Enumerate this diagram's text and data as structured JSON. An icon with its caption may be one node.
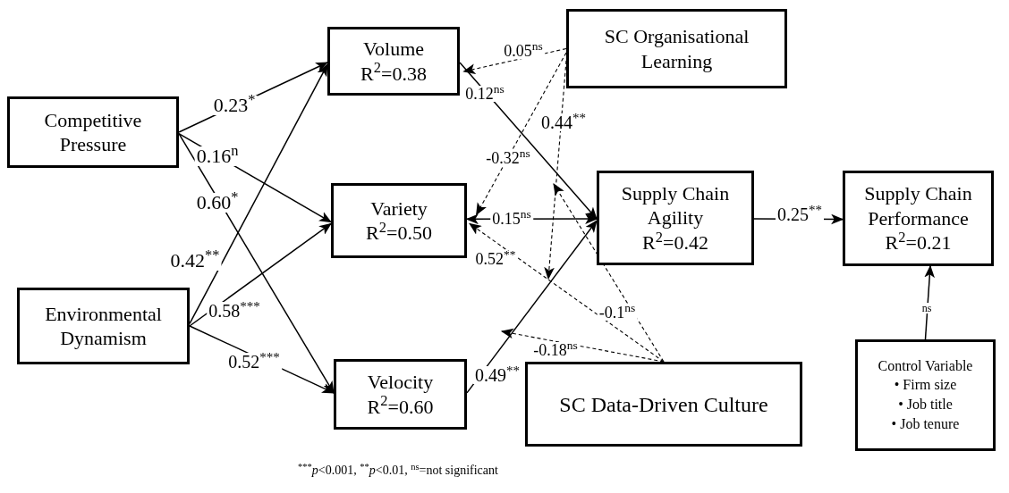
{
  "diagram": {
    "nodes": [
      {
        "text": [
          "Competitive Pressure"
        ]
      },
      {
        "text": [
          "Environmental Dynamism"
        ]
      },
      {
        "text": [
          "Volume R$^{2}$=0.38"
        ]
      },
      {
        "text": [
          "Variety R$^{2}$=0.50"
        ]
      },
      {
        "text": [
          "Velocity R$^{2}$=0.60"
        ]
      },
      {
        "text": [
          "SC Organisational Learning"
        ]
      },
      {
        "text": [
          "Supply Chain Agility R$^{2}$=0.42"
        ]
      },
      {
        "text": [
          "Supply Chain Performance R$^{2}$=0.21"
        ]
      },
      {
        "text": [
          "SC Data-Driven Culture"
        ]
      },
      {
        "text": [
          "Control Variable",
          "• Firm size",
          "• Job title",
          "• Job tenure"
        ]
      }
    ],
    "edges": [
      {
        "from": 0,
        "to": 2,
        "arrow": "to",
        "label": "0.23$^{*}$"
      },
      {
        "from": 0,
        "to": 3,
        "arrow": "to",
        "label": "0.16$^{n}$"
      },
      {
        "from": 0,
        "to": 4,
        "arrow": "to",
        "label": "0.60$^{*}$"
      },
      {
        "from": 1,
        "to": 2,
        "arrow": "to",
        "label": "0.42$^{**}$"
      },
      {
        "from": 1,
        "to": 3,
        "arrow": "to",
        "label": "0.58$^{***}$"
      },
      {
        "from": 1,
        "to": 4,
        "arrow": "to",
        "label": "0.52$^{***}$"
      },
      {
        "from": 2,
        "to": 6,
        "arrow": "to",
        "label": "0.12$^{ns}$"
      },
      {
        "from": 3,
        "to": 6,
        "arrow": "both",
        "label": "0.15$^{ns}$"
      },
      {
        "from": 4,
        "to": 6,
        "arrow": "to",
        "label": "0.49$^{**}$"
      },
      {
        "from": 6,
        "to": 7,
        "arrow": "to",
        "label": "0.25$^{**}$"
      },
      {
        "from": 9,
        "to": 7,
        "arrow": "to",
        "label": "ns"
      },
      {
        "from": 5,
        "to": 2,
        "arrow": "to",
        "label": "0.05$^{ns}$",
        "style": "dashed"
      },
      {
        "from": 5,
        "to": 3,
        "arrow": "to",
        "label": "-0.32$^{ns}$",
        "style": "dashed"
      },
      {
        "from": 5,
        "to": null,
        "arrow": "to",
        "label": "0.44$^{**}$",
        "style": "dashed"
      },
      {
        "from": 8,
        "to": 3,
        "arrow": "to",
        "label": "0.52$^{**}$",
        "style": "dashed"
      },
      {
        "from": 8,
        "to": null,
        "arrow": "to",
        "label": "-0.1$^{ns}$",
        "style": "dashed"
      },
      {
        "from": 8,
        "to": null,
        "arrow": "to",
        "label": "-0.18$^{ns}$",
        "style": "dashed"
      }
    ],
    "labels": [
      "$^{***}$*p*<0.001, $^{**}$*p*<0.01, $^{ns}$=not significant"
    ]
  }
}
